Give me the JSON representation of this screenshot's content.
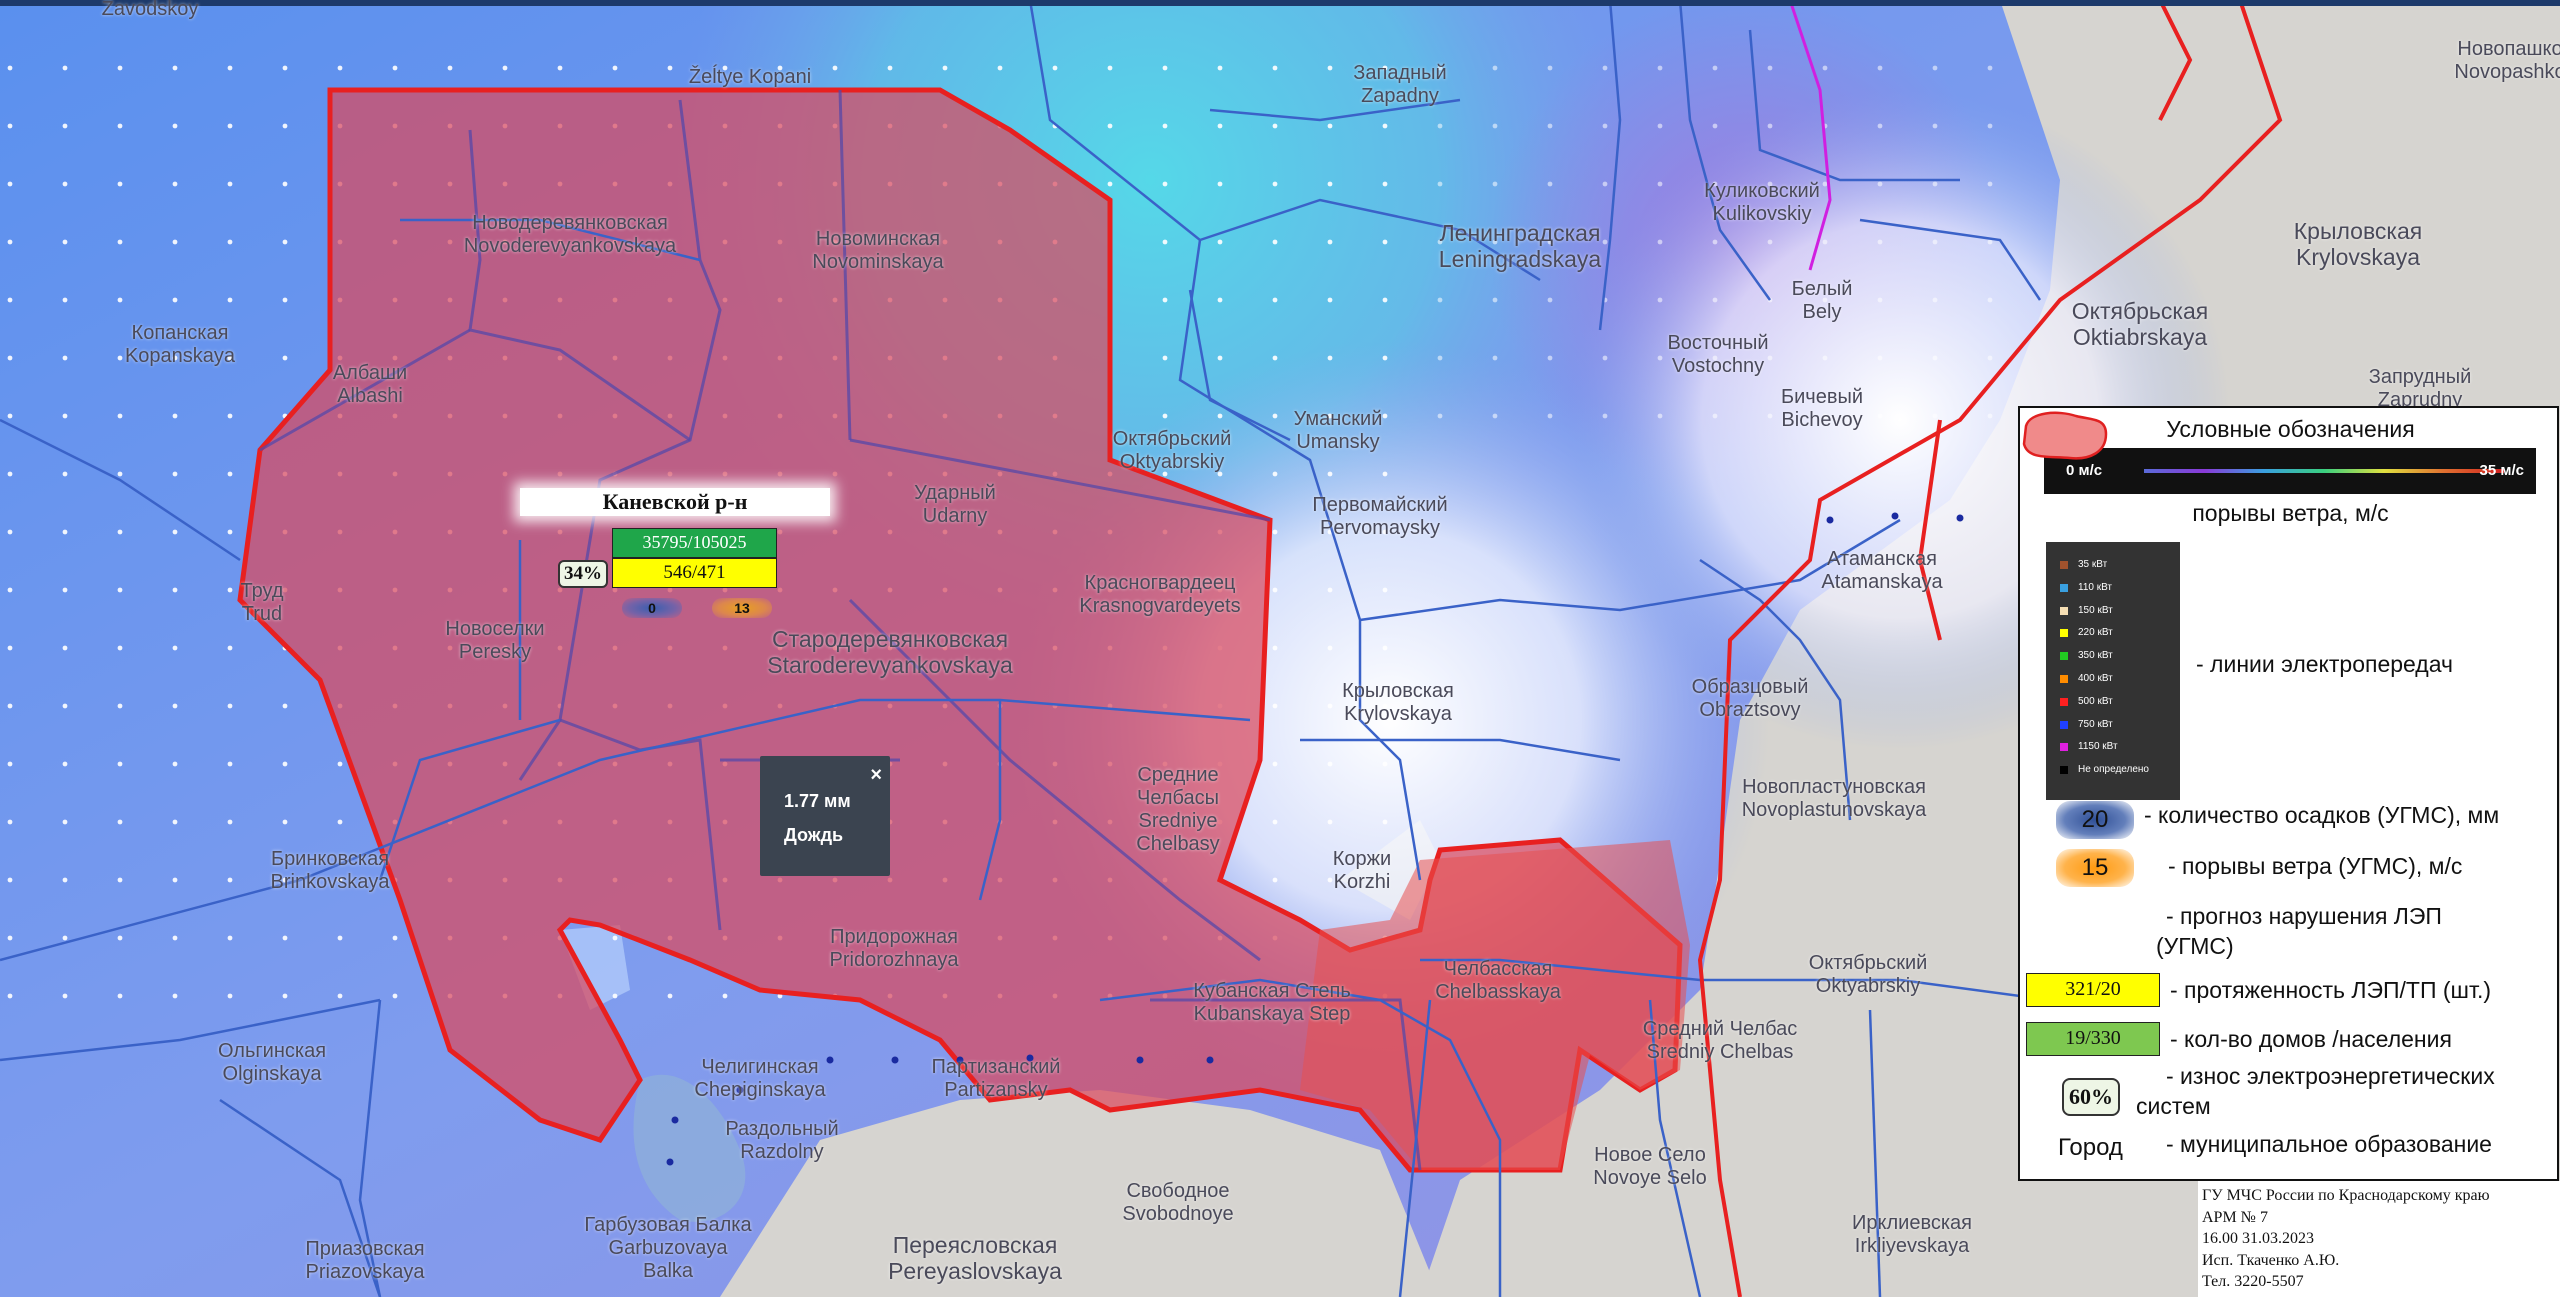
{
  "map": {
    "places": [
      {
        "id": "zavodskoy",
        "lines": [
          "Zavodskoy"
        ]
      },
      {
        "id": "zheltye",
        "lines": [
          "Žeĺtye Kopani"
        ]
      },
      {
        "id": "novoderev",
        "lines": [
          "Новодеревянковская",
          "Novoderevyankovskaya"
        ]
      },
      {
        "id": "novominsk",
        "lines": [
          "Новоминская",
          "Novominskaya"
        ]
      },
      {
        "id": "kopanskaya",
        "lines": [
          "Копанская",
          "Kopanskaya"
        ]
      },
      {
        "id": "albashi",
        "lines": [
          "Албаши",
          "Albashi"
        ]
      },
      {
        "id": "trud",
        "lines": [
          "Труд",
          "Trud"
        ]
      },
      {
        "id": "novoselki",
        "lines": [
          "Новоселки",
          "Peresky"
        ]
      },
      {
        "id": "udarny",
        "lines": [
          "Ударный",
          "Udarny"
        ]
      },
      {
        "id": "starod",
        "lines": [
          "Стародеревянковская",
          "Staroderevyankovskaya"
        ]
      },
      {
        "id": "oktyabr1",
        "lines": [
          "Октябрьский",
          "Oktyabrskiy"
        ]
      },
      {
        "id": "umansky",
        "lines": [
          "Уманский",
          "Umansky"
        ]
      },
      {
        "id": "krasnogv",
        "lines": [
          "Красногвардеец",
          "Krasnogvardeyets"
        ]
      },
      {
        "id": "pervomay",
        "lines": [
          "Первомайский",
          "Pervomaysky"
        ]
      },
      {
        "id": "leningrad",
        "lines": [
          "Ленинградская",
          "Leningradskaya"
        ]
      },
      {
        "id": "kulikovsky",
        "lines": [
          "Куликовский",
          "Kulikovskiy"
        ]
      },
      {
        "id": "bely",
        "lines": [
          "Белый",
          "Bely"
        ]
      },
      {
        "id": "vostochny",
        "lines": [
          "Восточный",
          "Vostochny"
        ]
      },
      {
        "id": "bichevoy",
        "lines": [
          "Бичевый",
          "Bichevoy"
        ]
      },
      {
        "id": "krylovskaya",
        "lines": [
          "Крыловская",
          "Krylovskaya"
        ]
      },
      {
        "id": "oktyabrskaya",
        "lines": [
          "Октябрьская",
          "Oktiabrskaya"
        ]
      },
      {
        "id": "zaprudny",
        "lines": [
          "Запрудный",
          "Zaprudny"
        ]
      },
      {
        "id": "novopashk",
        "lines": [
          "Новопашко",
          "Novopashko"
        ]
      },
      {
        "id": "zapadny",
        "lines": [
          "Западный",
          "Zapadny"
        ]
      },
      {
        "id": "atamanskaya",
        "lines": [
          "Атаманская",
          "Atamanskaya"
        ]
      },
      {
        "id": "krylovskaya2",
        "lines": [
          "Крыловская",
          "Krylovskaya"
        ]
      },
      {
        "id": "obraztsovy",
        "lines": [
          "Образцовый",
          "Obraztsovy"
        ]
      },
      {
        "id": "novoplast",
        "lines": [
          "Новопластуновская",
          "Novoplastunovskaya"
        ]
      },
      {
        "id": "srednie",
        "lines": [
          "Средние",
          "Челбасы",
          "Sredniye",
          "Chelbasy"
        ]
      },
      {
        "id": "korzhi",
        "lines": [
          "Коржи",
          "Korzhi"
        ]
      },
      {
        "id": "brinkovskaya",
        "lines": [
          "Бринковская",
          "Brinkovskaya"
        ]
      },
      {
        "id": "olginskaya",
        "lines": [
          "Ольгинская",
          "Olginskaya"
        ]
      },
      {
        "id": "pridoroz",
        "lines": [
          "Придорожная",
          "Pridorozhnaya"
        ]
      },
      {
        "id": "chepig",
        "lines": [
          "Челигинская",
          "Chepiginskaya"
        ]
      },
      {
        "id": "partizan",
        "lines": [
          "Партизанский",
          "Partizansky"
        ]
      },
      {
        "id": "kubstep",
        "lines": [
          "Кубанская Степь",
          "Kubanskaya Step"
        ]
      },
      {
        "id": "chelbass",
        "lines": [
          "Челбасская",
          "Chelbasskaya"
        ]
      },
      {
        "id": "oktyabr2",
        "lines": [
          "Октябрьский",
          "Oktyabrskiy"
        ]
      },
      {
        "id": "sredniy",
        "lines": [
          "Средний Челбас",
          "Sredniy Chelbas"
        ]
      },
      {
        "id": "razdolny",
        "lines": [
          "Раздольный",
          "Razdolny"
        ]
      },
      {
        "id": "svobodnoe",
        "lines": [
          "Свободное",
          "Svobodnoye"
        ]
      },
      {
        "id": "novoeselo",
        "lines": [
          "Новое Село",
          "Novoye Selo"
        ]
      },
      {
        "id": "garbuz",
        "lines": [
          "Гарбузовая Балка",
          "Garbuzovaya",
          "Balka"
        ]
      },
      {
        "id": "pereyasl",
        "lines": [
          "Переясловская",
          "Pereyaslovskaya"
        ]
      },
      {
        "id": "irklievskaya",
        "lines": [
          "Ирклиевская",
          "Irkliyevskaya"
        ]
      },
      {
        "id": "priazovskaya",
        "lines": [
          "Приазовская",
          "Priazovskaya"
        ]
      }
    ]
  },
  "district": {
    "name": "Каневской р-н",
    "houses_population": "35795/105025",
    "lines_tp": "546/471",
    "wear": "34%",
    "precipitation": "0",
    "wind_gusts": "13"
  },
  "popup": {
    "value": "1.77 мм",
    "type": "Дождь",
    "close": "×"
  },
  "legend": {
    "title": "Условные обозначения",
    "gust_min": "0 м/с",
    "gust_max": "35 м/с",
    "gust_label": "порывы ветра, м/с",
    "voltages": [
      {
        "label": "35 кВт",
        "color": "#a0522d"
      },
      {
        "label": "110 кВт",
        "color": "#3aa0e0"
      },
      {
        "label": "150 кВт",
        "color": "#f5deb3"
      },
      {
        "label": "220 кВт",
        "color": "#ffff00"
      },
      {
        "label": "350 кВт",
        "color": "#22cc22"
      },
      {
        "label": "400 кВт",
        "color": "#ff8c00"
      },
      {
        "label": "500 кВт",
        "color": "#ff2020"
      },
      {
        "label": "750 кВт",
        "color": "#2040ff"
      },
      {
        "label": "1150 кВт",
        "color": "#e020e0"
      },
      {
        "label": "Не определено",
        "color": "#000000"
      }
    ],
    "voltage_label": "- линии электропередач",
    "prec_value": "20",
    "prec_label": "- количество осадков (УГМС), мм",
    "wind_value": "15",
    "wind_label": "- порывы ветра (УГМС), м/с",
    "poly_label_1": "- прогноз нарушения ЛЭП",
    "poly_label_2": "(УГМС)",
    "len_value": "321/20",
    "len_label": "- протяженность ЛЭП/ТП (шт.)",
    "houses_value": "19/330",
    "houses_label": "- кол-во домов /населения",
    "wear_value": "60%",
    "wear_label_1": "- износ электроэнергетических",
    "wear_label_2": "систем",
    "city_value": "Город",
    "city_label": "- муниципальное образование"
  },
  "footer": {
    "line1": "ГУ МЧС России по Краснодарскому краю",
    "line2": "АРМ № 7",
    "line3": "16.00 31.03.2023",
    "line4": "Исп. Ткаченко А.Ю.",
    "line5": "Тел. 3220-5507"
  },
  "colors": {
    "poly_fill": "#d94a5e",
    "poly_stroke": "#e82020",
    "lines": "#3a62c8"
  }
}
